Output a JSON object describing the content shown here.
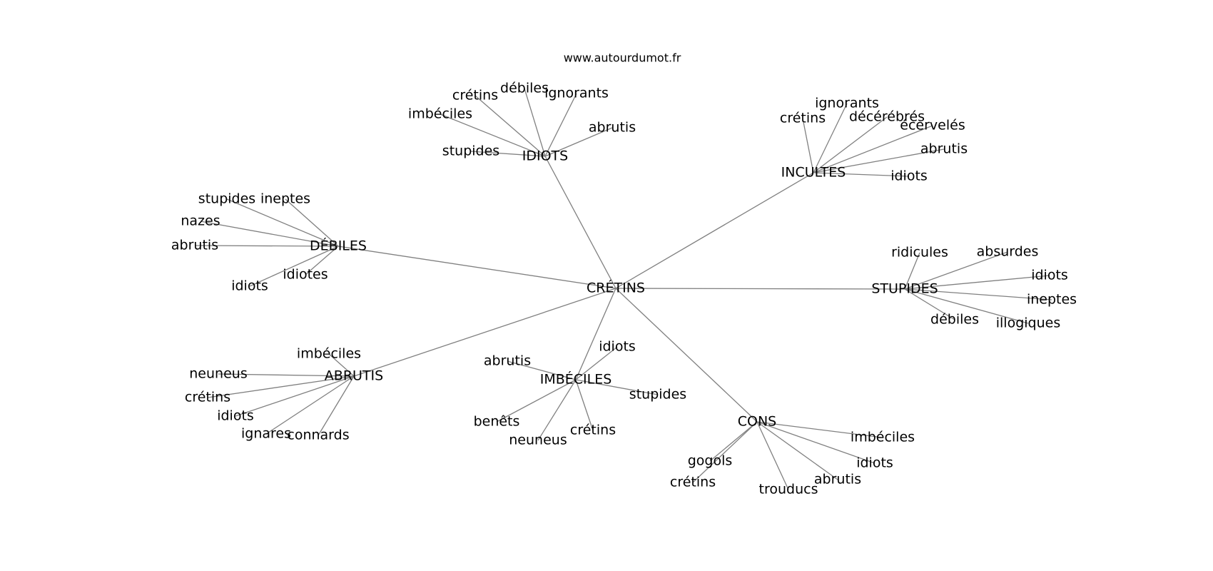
{
  "source": "www.autourdumot.fr",
  "graph": {
    "center": "CRÉTINS",
    "hubs": [
      {
        "label": "IDIOTS",
        "words": [
          "stupides",
          "imbéciles",
          "crétins",
          "débiles",
          "ignorants",
          "abrutis"
        ]
      },
      {
        "label": "INCULTES",
        "words": [
          "crétins",
          "ignorants",
          "décérébrés",
          "écervelés",
          "abrutis",
          "idiots"
        ]
      },
      {
        "label": "DÉBILES",
        "words": [
          "stupides",
          "ineptes",
          "nazes",
          "abrutis",
          "idiotes",
          "idiots"
        ]
      },
      {
        "label": "STUPIDES",
        "words": [
          "ridicules",
          "absurdes",
          "idiots",
          "ineptes",
          "illogiques",
          "débiles"
        ]
      },
      {
        "label": "ABRUTIS",
        "words": [
          "imbéciles",
          "neuneus",
          "crétins",
          "idiots",
          "ignares",
          "connards"
        ]
      },
      {
        "label": "IMBÉCILES",
        "words": [
          "abrutis",
          "idiots",
          "stupides",
          "crétins",
          "neuneus",
          "benêts"
        ]
      },
      {
        "label": "CONS",
        "words": [
          "gogols",
          "crétins",
          "trouducs",
          "abrutis",
          "idiots",
          "imbéciles"
        ]
      }
    ]
  }
}
